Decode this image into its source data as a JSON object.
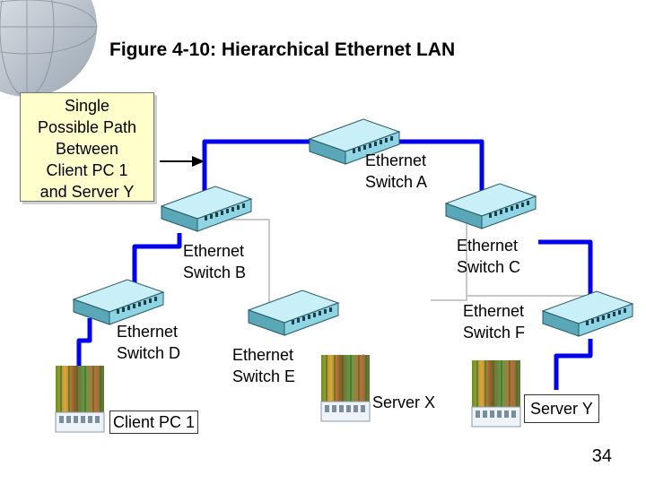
{
  "slide": {
    "title": "Figure 4-10: Hierarchical Ethernet LAN",
    "callout_lines": [
      "Single",
      "Possible Path",
      "Between",
      "Client PC 1",
      "and Server Y"
    ],
    "page_number": "34"
  },
  "nodes": {
    "switch_a": [
      "Ethernet",
      "Switch A"
    ],
    "switch_b": [
      "Ethernet",
      "Switch B"
    ],
    "switch_c": [
      "Ethernet",
      "Switch C"
    ],
    "switch_d": [
      "Ethernet",
      "Switch D"
    ],
    "switch_e": [
      "Ethernet",
      "Switch E"
    ],
    "switch_f": [
      "Ethernet",
      "Switch F"
    ],
    "client_pc_1": "Client PC 1",
    "server_x": "Server X",
    "server_y": "Server Y"
  },
  "colors": {
    "highlighted_path": "#0000ee",
    "other_links": "#c8c8c8",
    "switch_body": "#aee4ef",
    "callout_fill": "#ffffcc"
  }
}
